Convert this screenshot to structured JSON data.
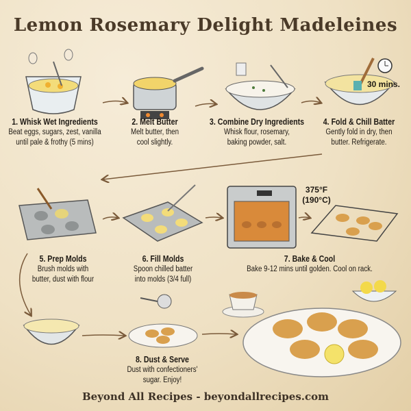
{
  "title": "Lemon Rosemary Delight Madeleines",
  "steps": [
    {
      "title": "1. Whisk Wet Ingredients",
      "line1": "Beat eggs, sugars, zest, vanilla",
      "line2": "until pale & frothy (5 mins)"
    },
    {
      "title": "2. Melt Butter",
      "line1": "Melt butter, then",
      "line2": "cool slightly."
    },
    {
      "title": "3. Combine Dry Ingredients",
      "line1": "Whisk flour, rosemary,",
      "line2": "baking powder, salt."
    },
    {
      "title": "4. Fold & Chill Batter",
      "line1": "Gently fold in dry, then",
      "line2": "butter. Refrigerate."
    },
    {
      "title": "5. Prep Molds",
      "line1": "Brush molds with",
      "line2": "butter, dust with flour"
    },
    {
      "title": "6. Fill Molds",
      "line1": "Spoon chilled batter",
      "line2": "into molds (3/4 full)"
    },
    {
      "title": "7. Bake & Cool",
      "line1": "Bake 9-12 mins until golden. Cool on rack.",
      "line2": ""
    },
    {
      "title": "8. Dust & Serve",
      "line1": "Dust with confectioners'",
      "line2": "sugar. Enjoy!"
    }
  ],
  "notes": {
    "chill_time": "30 mins.",
    "temp_f": "375°F",
    "temp_c": "(190°C)"
  },
  "footer": "Beyond All Recipes - beyondallrecipes.com",
  "colors": {
    "paper": "#efe1c4",
    "title": "#4a3a28",
    "batter": "#f3dc7a",
    "madeleine": "#d9a04e",
    "arrow": "#7a5a3a"
  }
}
